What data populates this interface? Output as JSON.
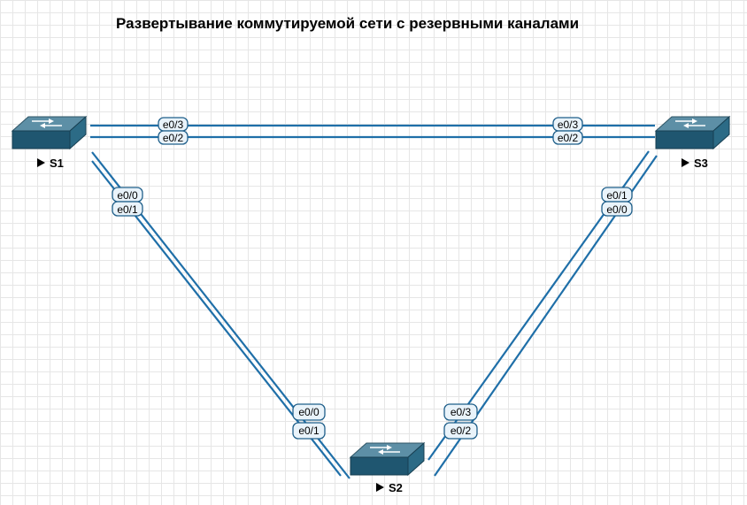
{
  "title": "Развертывание коммутируемой сети с резервными каналами",
  "colors": {
    "link": "#1f6fa8",
    "switch_body": "#1f5670",
    "switch_top": "#5d8fa6",
    "port_label_fill": "#e9f3fa",
    "grid": "#e6e6e6"
  },
  "switches": [
    {
      "id": "S1",
      "label": "S1",
      "icon": "switch-icon"
    },
    {
      "id": "S2",
      "label": "S2",
      "icon": "switch-icon"
    },
    {
      "id": "S3",
      "label": "S3",
      "icon": "switch-icon"
    }
  ],
  "links": [
    {
      "from": "S1",
      "from_port": "e0/3",
      "to": "S3",
      "to_port": "e0/3"
    },
    {
      "from": "S1",
      "from_port": "e0/2",
      "to": "S3",
      "to_port": "e0/2"
    },
    {
      "from": "S1",
      "from_port": "e0/0",
      "to": "S2",
      "to_port": "e0/0"
    },
    {
      "from": "S1",
      "from_port": "e0/1",
      "to": "S2",
      "to_port": "e0/1"
    },
    {
      "from": "S3",
      "from_port": "e0/1",
      "to": "S2",
      "to_port": "e0/3"
    },
    {
      "from": "S3",
      "from_port": "e0/0",
      "to": "S2",
      "to_port": "e0/2"
    }
  ]
}
